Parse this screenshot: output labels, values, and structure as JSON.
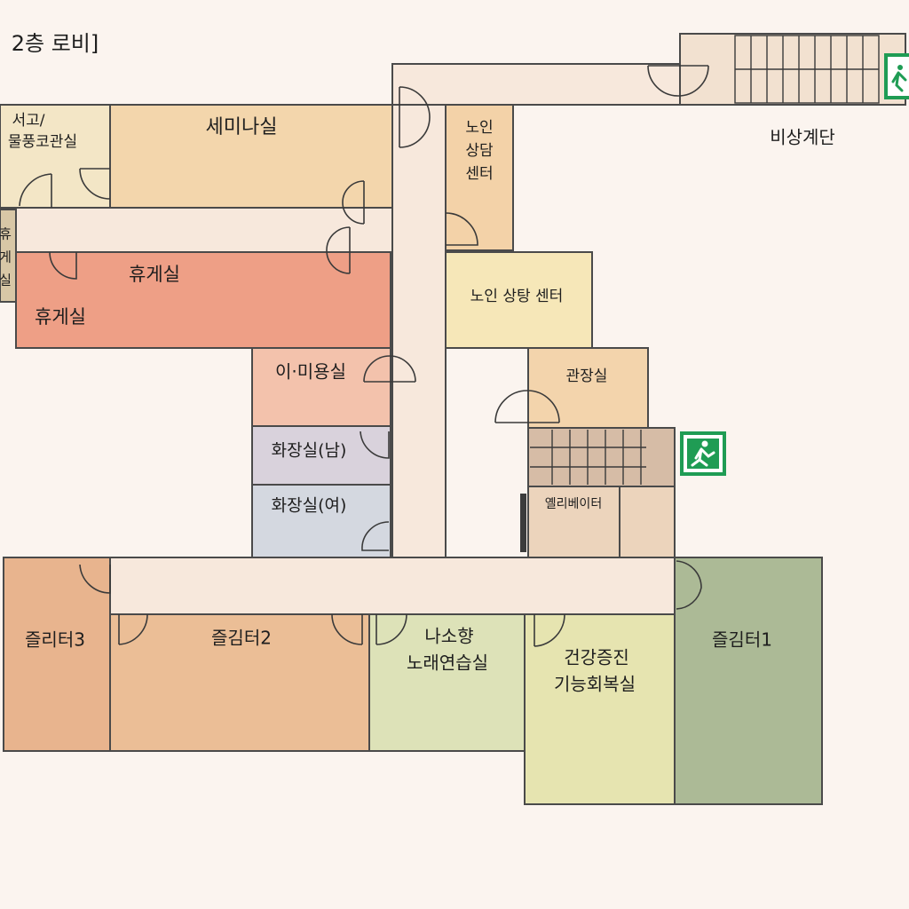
{
  "floor_title": "2층 로비]",
  "rooms": {
    "seogo": {
      "line1": "서고/",
      "line2": "물풍코관실",
      "color": "#f3e6c6"
    },
    "seminar": {
      "label": "세미나실",
      "color": "#f3d6ac"
    },
    "hyu_small": {
      "line1": "휴",
      "line2": "게",
      "line3": "실",
      "color": "#d8c7a6"
    },
    "lounge": {
      "label_a": "휴게실",
      "label_b": "휴게실",
      "color": "#ee9f86"
    },
    "counsel": {
      "line1": "노인",
      "line2": "상담",
      "line3": "센터",
      "color": "#f3d2a8"
    },
    "counsel2": {
      "label": "노인 상탕 센터",
      "color": "#f6e7b8"
    },
    "beauty": {
      "label": "이·미용실",
      "color": "#f3c2ac"
    },
    "wc_m": {
      "label": "화장실(남)",
      "color": "#d9d2dc"
    },
    "wc_f": {
      "label": "화장실(여)",
      "color": "#d4d8e0"
    },
    "office": {
      "label": "관장실",
      "color": "#f3d4ac"
    },
    "elevator": {
      "label": "옐리베이터",
      "color": "#ecd4bc"
    },
    "emergency_stairs": {
      "label": "비상계단"
    },
    "fun3": {
      "label": "즐리터3",
      "color": "#e8b48e"
    },
    "fun2": {
      "label": "즐김터2",
      "color": "#ebbe96"
    },
    "karaoke": {
      "line1": "나소향",
      "line2": "노래연습실",
      "color": "#dde2b8"
    },
    "health": {
      "line1": "건강증진",
      "line2": "기능회복실",
      "color": "#e6e4b0"
    },
    "fun1": {
      "label": "즐김터1",
      "color": "#acba96"
    }
  },
  "icons": {
    "exit_sign": "emergency-exit-icon",
    "exit_color": "#1f9c54"
  }
}
